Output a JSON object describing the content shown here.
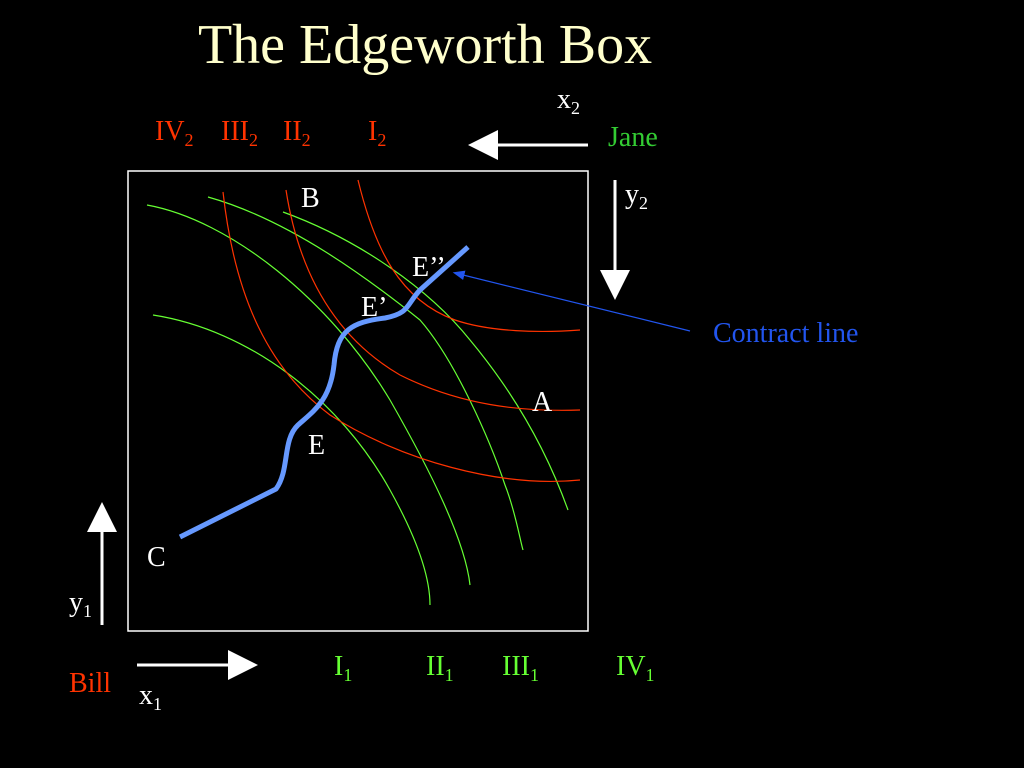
{
  "title": "The Edgeworth Box",
  "jane": {
    "name": "Jane",
    "x_label": "x",
    "x_sub": "2",
    "y_label": "y",
    "y_sub": "2",
    "curves": [
      {
        "roman": "IV",
        "sub": "2"
      },
      {
        "roman": "III",
        "sub": "2"
      },
      {
        "roman": "II",
        "sub": "2"
      },
      {
        "roman": "I",
        "sub": "2"
      }
    ]
  },
  "bill": {
    "name": "Bill",
    "x_label": "x",
    "x_sub": "1",
    "y_label": "y",
    "y_sub": "1",
    "curves": [
      {
        "roman": "I",
        "sub": "1"
      },
      {
        "roman": "II",
        "sub": "1"
      },
      {
        "roman": "III",
        "sub": "1"
      },
      {
        "roman": "IV",
        "sub": "1"
      }
    ]
  },
  "points": {
    "A": "A",
    "B": "B",
    "C": "C",
    "E": "E",
    "E1": "E’",
    "E2": "E’’"
  },
  "contract_line_label": "Contract line",
  "colors": {
    "title": "#ffffcc",
    "jane_curves": "#ff3300",
    "bill_curves": "#66ff33",
    "jane_name": "#33cc33",
    "bill_name": "#ff3300",
    "contract_line": "#6699ff",
    "contract_label": "#2255ee"
  }
}
